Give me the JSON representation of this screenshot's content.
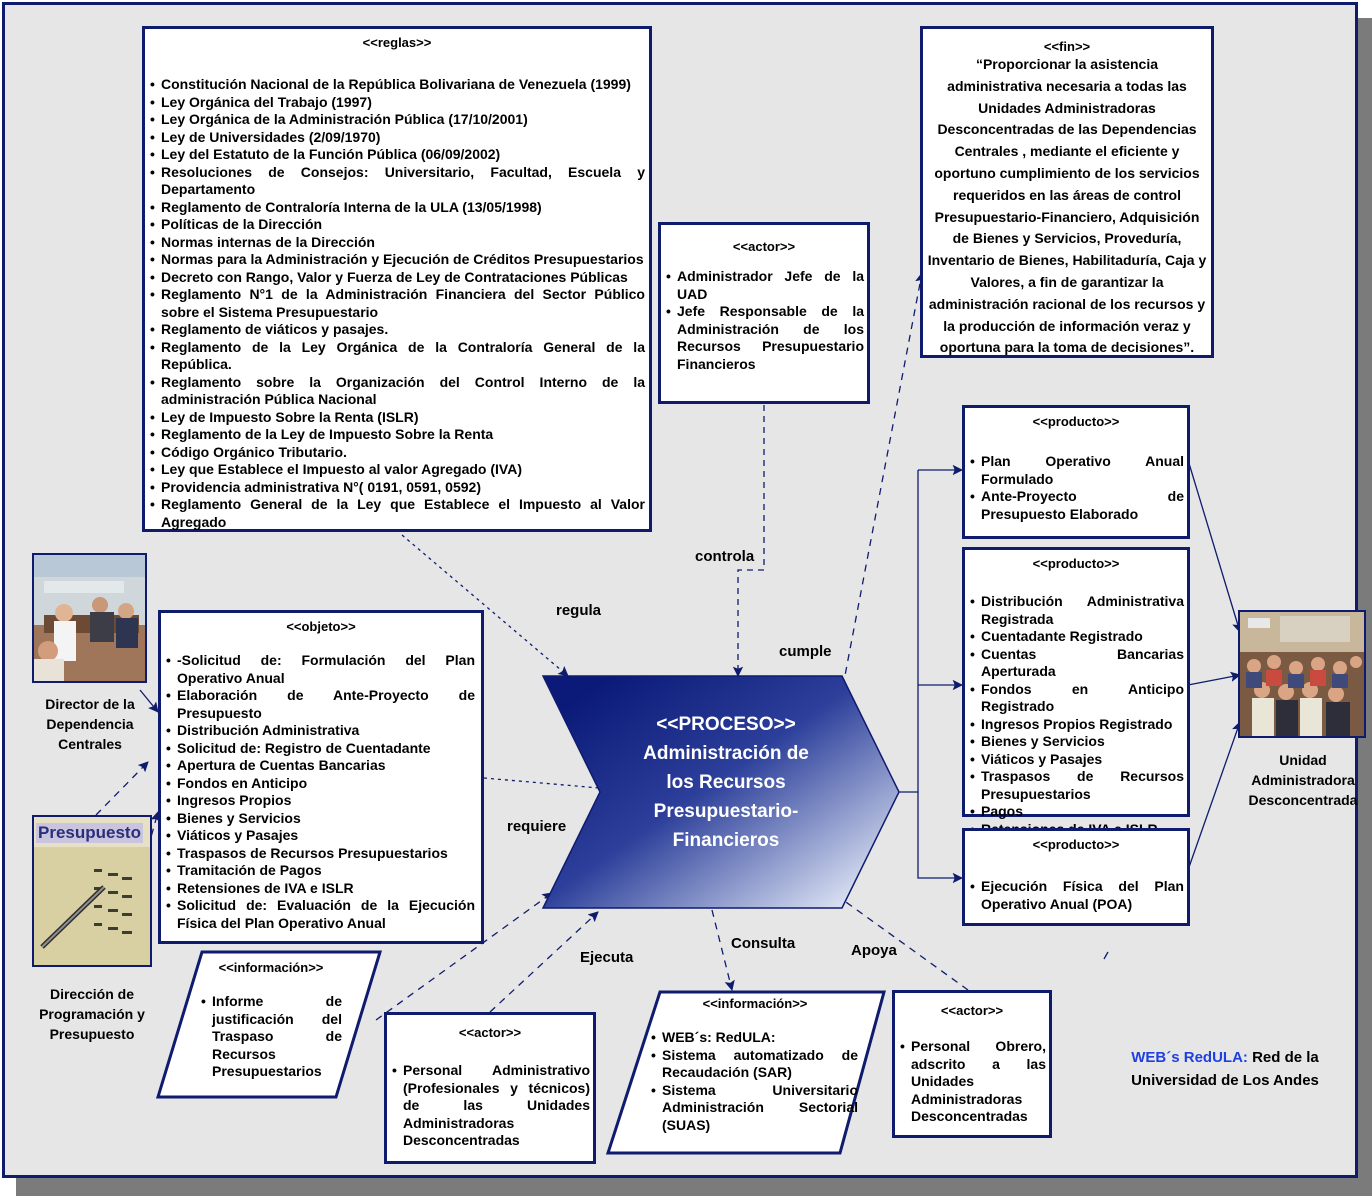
{
  "colors": {
    "frame_border": "#0f1c6e",
    "background": "#e6e6e6",
    "process_fill_dark": "#0b1a78",
    "process_fill_light": "#dde4f4",
    "redula_blue": "#1f3fe0"
  },
  "process": {
    "line1": "<<PROCESO>>",
    "line2": "Administración de",
    "line3": "los Recursos",
    "line4": "Presupuestario-",
    "line5": "Financieros"
  },
  "reglas": {
    "stereotype": "<<reglas>>",
    "items": [
      "Constitución Nacional de la República Bolivariana de Venezuela (1999)",
      "Ley Orgánica del Trabajo (1997)",
      "Ley Orgánica de la Administración Pública (17/10/2001)",
      "Ley de Universidades (2/09/1970)",
      "Ley del Estatuto de la Función Pública (06/09/2002)",
      "Resoluciones de Consejos: Universitario, Facultad, Escuela y Departamento",
      "Reglamento de Contraloría Interna de la ULA (13/05/1998)",
      "Políticas de la Dirección",
      "Normas internas de la Dirección",
      "Normas para la Administración y Ejecución de Créditos Presupuestarios",
      "Decreto con Rango, Valor y Fuerza de Ley de Contrataciones Públicas",
      "Reglamento N°1 de la Administración Financiera del Sector Público sobre el Sistema Presupuestario",
      "Reglamento de viáticos y pasajes.",
      "Reglamento de la Ley Orgánica de la Contraloría General de la República.",
      "Reglamento sobre la Organización del Control Interno de la administración Pública Nacional",
      "Ley de Impuesto Sobre la Renta (ISLR)",
      "Reglamento de la Ley de Impuesto Sobre la Renta",
      "Código Orgánico Tributario.",
      "Ley que Establece el Impuesto al valor Agregado (IVA)",
      "Providencia administrativa N°( 0191, 0591, 0592)",
      "Reglamento General de la Ley que Establece el Impuesto al Valor Agregado"
    ]
  },
  "actor_top": {
    "stereotype": "<<actor>>",
    "items": [
      "Administrador Jefe de la UAD",
      "Jefe Responsable de la Administración de los Recursos Presupuestario Financieros"
    ]
  },
  "fin": {
    "stereotype": "<<fin>>",
    "text": "“Proporcionar la asistencia administrativa necesaria a todas las Unidades Administradoras Desconcentradas de las Dependencias Centrales , mediante el eficiente y oportuno cumplimiento de los servicios requeridos en las áreas de control Presupuestario-Financiero, Adquisición de Bienes y Servicios, Proveduría, Inventario de Bienes, Habilitaduría, Caja y Valores, a fin de garantizar la administración racional de los recursos y la producción de información veraz y oportuna para la toma de decisiones”."
  },
  "objeto": {
    "stereotype": "<<objeto>>",
    "items": [
      "-Solicitud de: Formulación del Plan Operativo Anual",
      "Elaboración de Ante-Proyecto de Presupuesto",
      "Distribución Administrativa",
      "Solicitud de: Registro de Cuentadante",
      "Apertura de Cuentas Bancarias",
      "Fondos en Anticipo",
      "Ingresos Propios",
      "Bienes y Servicios",
      "Viáticos y Pasajes",
      "Traspasos de Recursos Presupuestarios",
      "Tramitación de Pagos",
      "Retensiones de IVA e ISLR",
      "Solicitud de: Evaluación de la Ejecución Física del Plan Operativo Anual"
    ]
  },
  "producto1": {
    "stereotype": "<<producto>>",
    "items": [
      "Plan Operativo Anual Formulado",
      "Ante-Proyecto de Presupuesto Elaborado"
    ]
  },
  "producto2": {
    "stereotype": "<<producto>>",
    "items": [
      "Distribución Administrativa Registrada",
      "Cuentadante Registrado",
      "Cuentas Bancarias Aperturada",
      "Fondos en Anticipo Registrado",
      "Ingresos Propios Registrado",
      "Bienes y Servicios",
      "Viáticos y Pasajes",
      "Traspasos de Recursos Presupuestarios",
      "Pagos",
      "Retensiones de IVA e ISLR"
    ]
  },
  "producto3": {
    "stereotype": "<<producto>>",
    "items": [
      "Ejecución Física del Plan Operativo Anual (POA)"
    ]
  },
  "info_left": {
    "stereotype": "<<información>>",
    "items": [
      "Informe de justificación del Traspaso de Recursos Presupuestarios"
    ]
  },
  "actor_bottom": {
    "stereotype": "<<actor>>",
    "items": [
      "Personal Administrativo (Profesionales y técnicos) de las Unidades Administradoras Desconcentradas"
    ]
  },
  "info_web": {
    "stereotype": "<<información>>",
    "items": [
      "WEB´s: RedULA:",
      "Sistema automatizado de Recaudación (SAR)",
      "Sistema Universitario Administración Sectorial (SUAS)"
    ]
  },
  "actor_obrero": {
    "stereotype": "<<actor>>",
    "items": [
      "Personal Obrero, adscrito a las Unidades Administradoras Desconcentradas"
    ]
  },
  "labels": {
    "regula": "regula",
    "controla": "controla",
    "cumple": "cumple",
    "requiere": "requiere",
    "ejecuta": "Ejecuta",
    "consulta": "Consulta",
    "apoya": "Apoya"
  },
  "photos": {
    "director_caption": "Director de la Dependencia Centrales",
    "presupuesto_word": "Presupuesto",
    "presupuesto_caption": "Dirección de Programación y Presupuesto",
    "unidad_caption": "Unidad Administradora Desconcentrada"
  },
  "note": {
    "web": "WEB´s",
    "redula": "RedULA:",
    "rest": " Red de la Universidad de Los Andes"
  }
}
